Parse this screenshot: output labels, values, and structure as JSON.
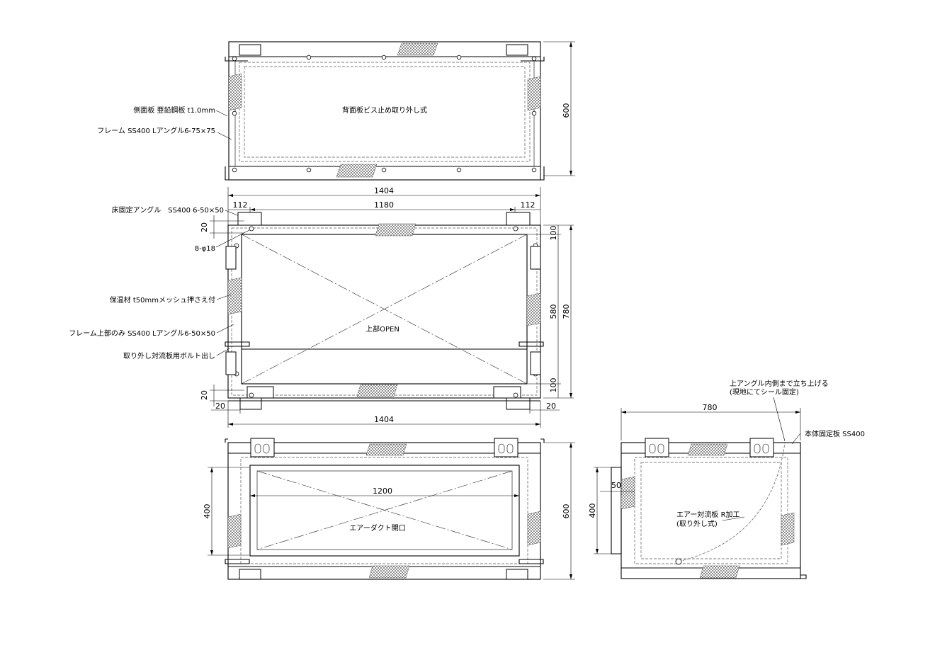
{
  "labels": {
    "side_panel": "側面板 亜鉛鋼板 t1.0mm",
    "frame": "フレーム SS400 Lアングル6-75×75",
    "rear_panel": "背面板ビス止め取り外し式",
    "floor_angle": "床固定アングル　SS400 6-50×50",
    "holes": "8-φ18",
    "insulation": "保温材 t50mmメッシュ押さえ付",
    "frame_top": "フレーム上部のみ SS400 Lアングル6-50×50",
    "bolt": "取り外し対流板用ボルト出し",
    "top_open": "上部OPEN",
    "duct_opening": "エアーダクト開口",
    "up_angle_1": "上アングル内側まで立ち上げる",
    "up_angle_2": "(現地にてシール固定)",
    "body_plate": "本体固定板 SS400",
    "baffle_1": "エアー対流板 R加工",
    "baffle_2": "(取り外し式)"
  },
  "dimensions": {
    "d1404_top": "1404",
    "d1180": "1180",
    "d112_left": "112",
    "d112_right": "112",
    "d20_a": "20",
    "d20_b": "20",
    "d20_left": "20",
    "d20_right": "20",
    "d1404_bottom": "1404",
    "d600_top": "600",
    "d100_a": "100",
    "d580": "580",
    "d100_b": "100",
    "d780_v": "780",
    "d1200": "1200",
    "d400_front": "400",
    "d600_front": "600",
    "d780_side": "780",
    "d50": "50",
    "d400_side": "400"
  }
}
